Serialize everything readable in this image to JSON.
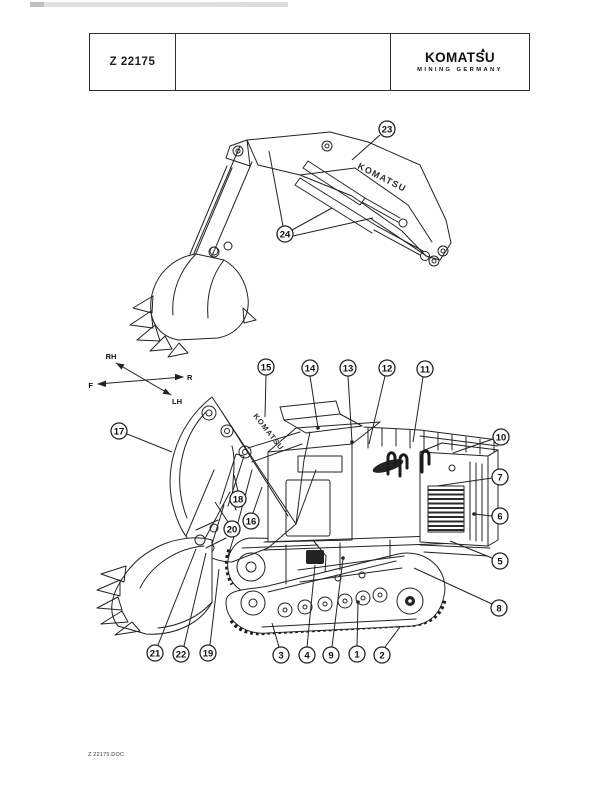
{
  "header": {
    "doc_number": "Z 22175",
    "brand": "KOMATSU",
    "brand_subtitle": "MINING GERMANY"
  },
  "footer": {
    "filename": "Z 22175.DOC"
  },
  "upper_diagram": {
    "boom_brand": "KOMATSU",
    "callouts": {
      "c23": "23",
      "c24": "24"
    }
  },
  "lower_diagram": {
    "boom_brand": "KOMATSU",
    "orientation": {
      "front": "F",
      "rear": "R",
      "right_hand": "RH",
      "left_hand": "LH"
    },
    "callouts": {
      "c1": "1",
      "c2": "2",
      "c3": "3",
      "c4": "4",
      "c5": "5",
      "c6": "6",
      "c7": "7",
      "c8": "8",
      "c9": "9",
      "c10": "10",
      "c11": "11",
      "c12": "12",
      "c13": "13",
      "c14": "14",
      "c15": "15",
      "c16": "16",
      "c17": "17",
      "c18": "18",
      "c19": "19",
      "c20": "20",
      "c21": "21",
      "c22": "22"
    }
  }
}
